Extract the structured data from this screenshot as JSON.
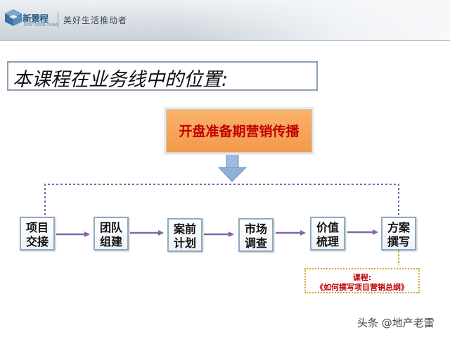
{
  "header": {
    "logo_text": "新景程",
    "logo_sub": "NEW VISION CHINA",
    "slogan": "美好生活推动者"
  },
  "title": "本课程在业务线中的位置:",
  "top_box": "开盘准备期营销传播",
  "steps": [
    {
      "line1": "项目",
      "line2": "交接"
    },
    {
      "line1": "团队",
      "line2": "组建"
    },
    {
      "line1": "案前",
      "line2": "计划"
    },
    {
      "line1": "市场",
      "line2": "调查"
    },
    {
      "line1": "价值",
      "line2": "梳理"
    },
    {
      "line1": "方案",
      "line2": "撰写"
    }
  ],
  "course": {
    "line1": "课程:",
    "line2": "《如何撰写项目营销总纲》"
  },
  "watermark": "头条 @地产老雷",
  "colors": {
    "orange_fill": "#f4994b",
    "orange_text": "#c00000",
    "step_border": "#8ea9c2",
    "connector": "#7f68a8",
    "down_arrow": "#8fb1d8",
    "course_border": "#d4a93a"
  }
}
